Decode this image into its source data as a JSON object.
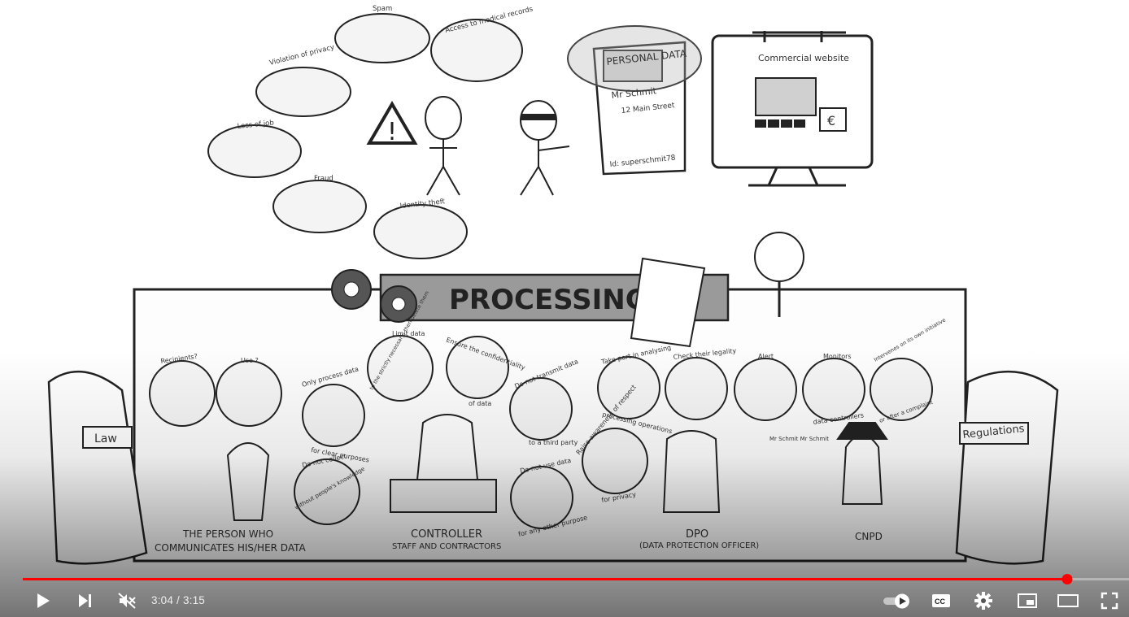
{
  "video": {
    "scene": {
      "banner": "PROCESSING",
      "top_labels": {
        "spam": "Spam",
        "medical": "Access to medical records",
        "violation": "Violation of privacy",
        "loss_job": "Loss of job",
        "fraud": "Fraud",
        "identity": "Identity theft",
        "card_title": "PERSONAL DATA",
        "card_name": "Mr Schmit",
        "card_address": "12 Main Street",
        "card_id": "Id: superschmit78",
        "website": "Commercial website",
        "euro": "€"
      },
      "scroll_labels": {
        "law": "Law",
        "regulations": "Regulations",
        "person_caption_1": "THE PERSON WHO",
        "person_caption_2": "COMMUNICATES HIS/HER DATA",
        "controller_caption_1": "CONTROLLER",
        "controller_caption_2": "STAFF AND CONTRACTORS",
        "dpo_caption_1": "DPO",
        "dpo_caption_2": "(DATA PROTECTION OFFICER)",
        "cnpd_caption": "CNPD",
        "recipients": "Recipients?",
        "use": "Use ?",
        "only_process": "Only process data",
        "clear_purposes": "for clear purposes",
        "limit_data": "Limit data",
        "strictly": "to the strictly necessary, then delete them",
        "ensure": "Ensure the confidentiality",
        "of_data": "of data",
        "do_not_transmit": "Do not transmit data",
        "third_party": "to a third party",
        "do_not_collect": "Do not collect",
        "without": "without people's knowledge",
        "do_not_use": "Do not use data",
        "any_other": "for any other purpose",
        "take_part": "Take part in analysing",
        "processing_ops": "processing operations",
        "raise": "Raise awareness of respect",
        "for_privacy": "for privacy",
        "check_legality": "Check their legality",
        "alert": "Alert",
        "monitors": "Monitors",
        "controllers": "data controllers",
        "intervenes": "Intervenes on its own initiative",
        "complaint": "or after a complaint",
        "mr_schmit_bubble": "Mr Schmit Mr Schmit"
      }
    },
    "controls": {
      "play_icon": "play-icon",
      "next_icon": "next-icon",
      "mute_icon": "volume-muted-icon",
      "current_time": "3:04",
      "separator": " / ",
      "duration": "3:15",
      "progress": 0.944,
      "autoplay_icon": "autoplay-toggle-icon",
      "cc_label": "CC",
      "settings_icon": "gear-icon",
      "miniplayer_icon": "miniplayer-icon",
      "theater_icon": "theater-mode-icon",
      "fullscreen_icon": "fullscreen-icon",
      "accent": "#ff0000"
    }
  }
}
